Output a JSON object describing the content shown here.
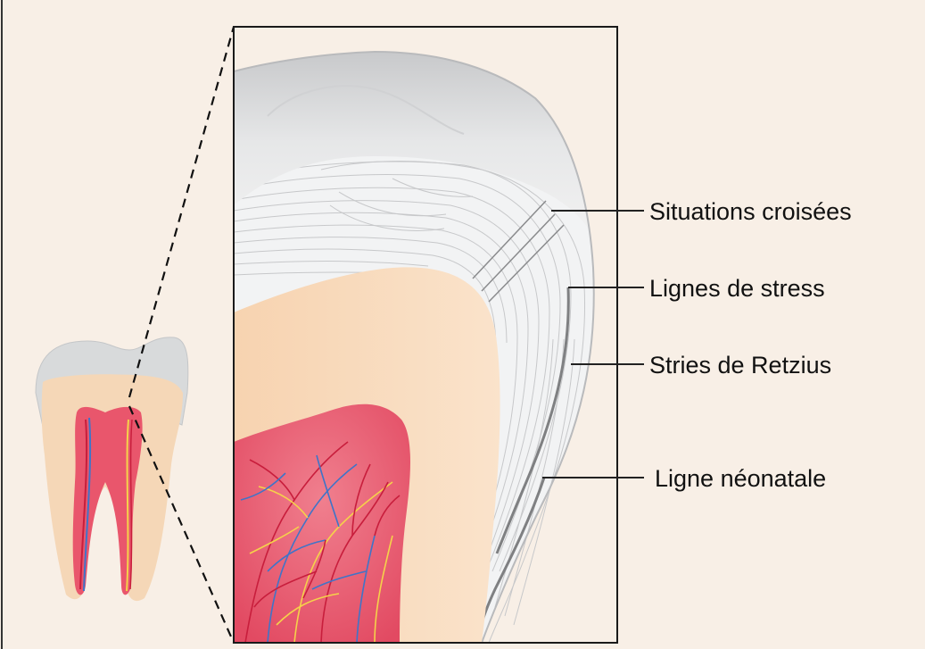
{
  "labels": {
    "crossed": "Situations croisées",
    "stress": "Lignes de stress",
    "retzius": "Stries de Retzius",
    "neonatal": "Ligne néonatale"
  },
  "colors": {
    "background": "#f8efe6",
    "enamel": "#e4e5e6",
    "enamel_shadow": "#c9cacc",
    "dentin": "#f6d6b4",
    "pulp": "#e9566c",
    "vessel_red": "#c81e3c",
    "vessel_blue": "#3f74c8",
    "nerve_yellow": "#f5d24a",
    "frame": "#1a1a1a"
  }
}
